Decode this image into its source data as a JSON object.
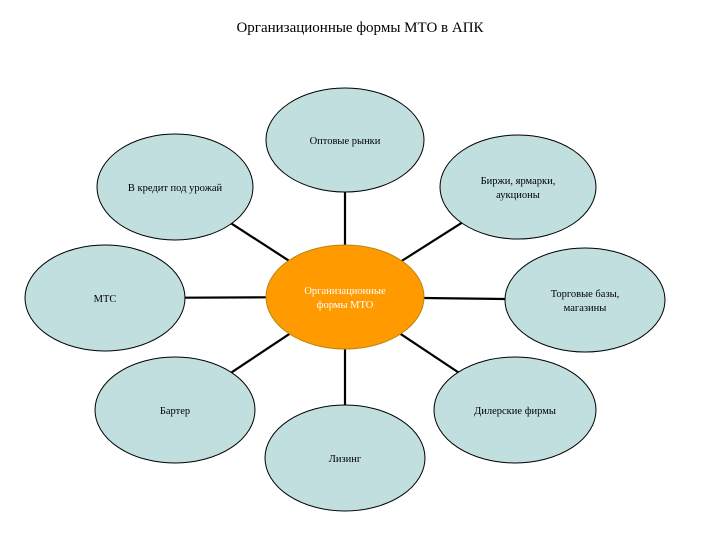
{
  "title": "Организационные формы МТО в АПК",
  "colors": {
    "satellite_fill": "#c2dfdf",
    "satellite_stroke": "#000000",
    "center_fill": "#ff9a00",
    "center_stroke": "#b8860b",
    "connector": "#000000"
  },
  "center": {
    "lines": [
      "Организационные",
      "формы МТО"
    ]
  },
  "nodes": [
    {
      "id": "wholesale",
      "lines": [
        "Оптовые рынки"
      ]
    },
    {
      "id": "exchanges",
      "lines": [
        "Биржи, ярмарки,",
        "аукционы"
      ]
    },
    {
      "id": "trade-bases",
      "lines": [
        "Торговые базы,",
        "магазины"
      ]
    },
    {
      "id": "dealers",
      "lines": [
        "Дилерские фирмы"
      ]
    },
    {
      "id": "leasing",
      "lines": [
        "Лизинг"
      ]
    },
    {
      "id": "barter",
      "lines": [
        "Бартер"
      ]
    },
    {
      "id": "mts",
      "lines": [
        "МТС"
      ]
    },
    {
      "id": "credit",
      "lines": [
        "В кредит под урожай"
      ]
    }
  ]
}
